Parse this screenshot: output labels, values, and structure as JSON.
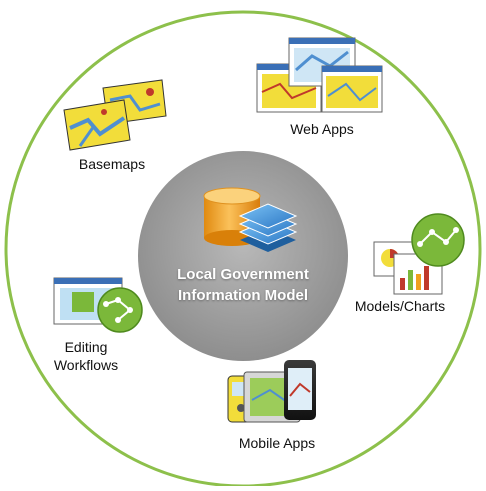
{
  "center": {
    "line1": "Local Government",
    "line2": "Information Model"
  },
  "nodes": {
    "web_apps": "Web Apps",
    "basemaps": "Basemaps",
    "models_charts": "Models/Charts",
    "editing_line1": "Editing",
    "editing_line2": "Workflows",
    "mobile_apps": "Mobile Apps"
  },
  "colors": {
    "outer_ring": "#8dc04b",
    "center_disc": "#9c9c9c",
    "database": "#f0a01e",
    "layers": "#3c8fd6",
    "workflow_nodes": "#7bb83a",
    "map_yellow": "#f2dd3a",
    "map_water": "#4f8fd0"
  },
  "icons": {
    "web_apps": "browser-windows-map-icon",
    "basemaps": "layered-map-icon",
    "models_charts": "chart-and-model-icon",
    "editing": "editing-workflow-icon",
    "mobile": "handheld-devices-icon",
    "center": "database-with-layers-icon"
  }
}
